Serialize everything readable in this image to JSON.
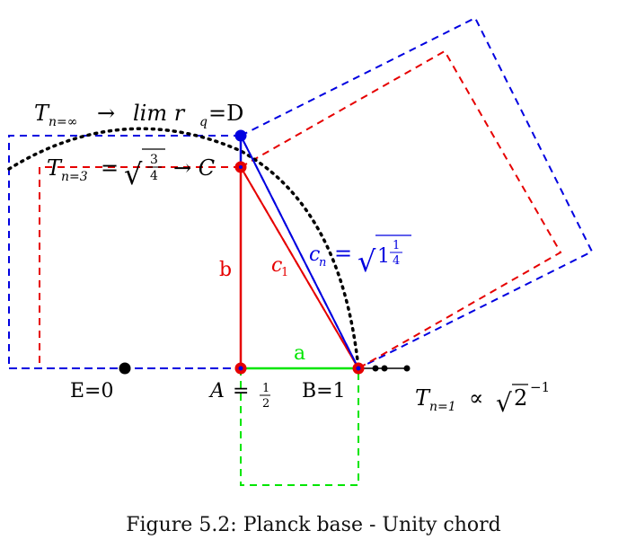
{
  "labels": {
    "t_inf_prefix": "T",
    "t_inf_sub": "n=∞",
    "t_inf_arrow": "→",
    "t_inf_lim": "lim r",
    "t_inf_q": "q",
    "t_inf_end": "=D",
    "t3_prefix": "T",
    "t3_sub": "n=3",
    "t3_eq": "=",
    "t3_sqrt": "√",
    "t3_num": "3",
    "t3_den": "4",
    "t3_tail": "→ C",
    "b": "b",
    "c1": "c",
    "c1_sub": "1",
    "cn": "c",
    "cn_sub": "n",
    "cn_eq": "=",
    "cn_sqrt": "√",
    "cn_whole": "1",
    "cn_num": "1",
    "cn_den": "4",
    "a": "a",
    "e0": "E=0",
    "a_pt": "A",
    "a_eq": "=",
    "a_num": "1",
    "a_den": "2",
    "b1": "B=1",
    "t1_prefix": "T",
    "t1_sub": "n=1",
    "t1_prop": "∝",
    "t1_sqrt": "√",
    "t1_two": "2",
    "t1_exp": "−1"
  },
  "caption": "Figure 5.2: Planck base - Unity chord",
  "colors": {
    "red": "#e60000",
    "blue": "#0000e0",
    "green": "#00e600",
    "black": "#000000"
  }
}
